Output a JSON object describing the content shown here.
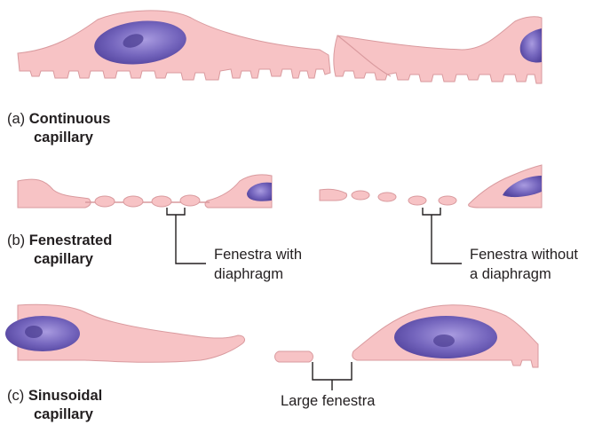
{
  "panels": {
    "continuous": {
      "prefix": "(a)",
      "title_line1": "Continuous",
      "title_line2": "capillary"
    },
    "fenestrated": {
      "prefix": "(b)",
      "title_line1": "Fenestrated",
      "title_line2": "capillary"
    },
    "sinusoidal": {
      "prefix": "(c)",
      "title_line1": "Sinusoidal",
      "title_line2": "capillary"
    }
  },
  "callouts": {
    "with_diaphragm_line1": "Fenestra with",
    "with_diaphragm_line2": "diaphragm",
    "without_diaphragm_line1": "Fenestra without",
    "without_diaphragm_line2": "a diaphragm",
    "large": "Large fenestra"
  },
  "colors": {
    "cell_fill": "#f7c3c5",
    "cell_stroke": "#d99a9e",
    "nucleus_fill": "#6b5bb0",
    "nucleus_light": "#a99be0",
    "nucleolus": "#4b3d92",
    "leader_line": "#231f20"
  }
}
